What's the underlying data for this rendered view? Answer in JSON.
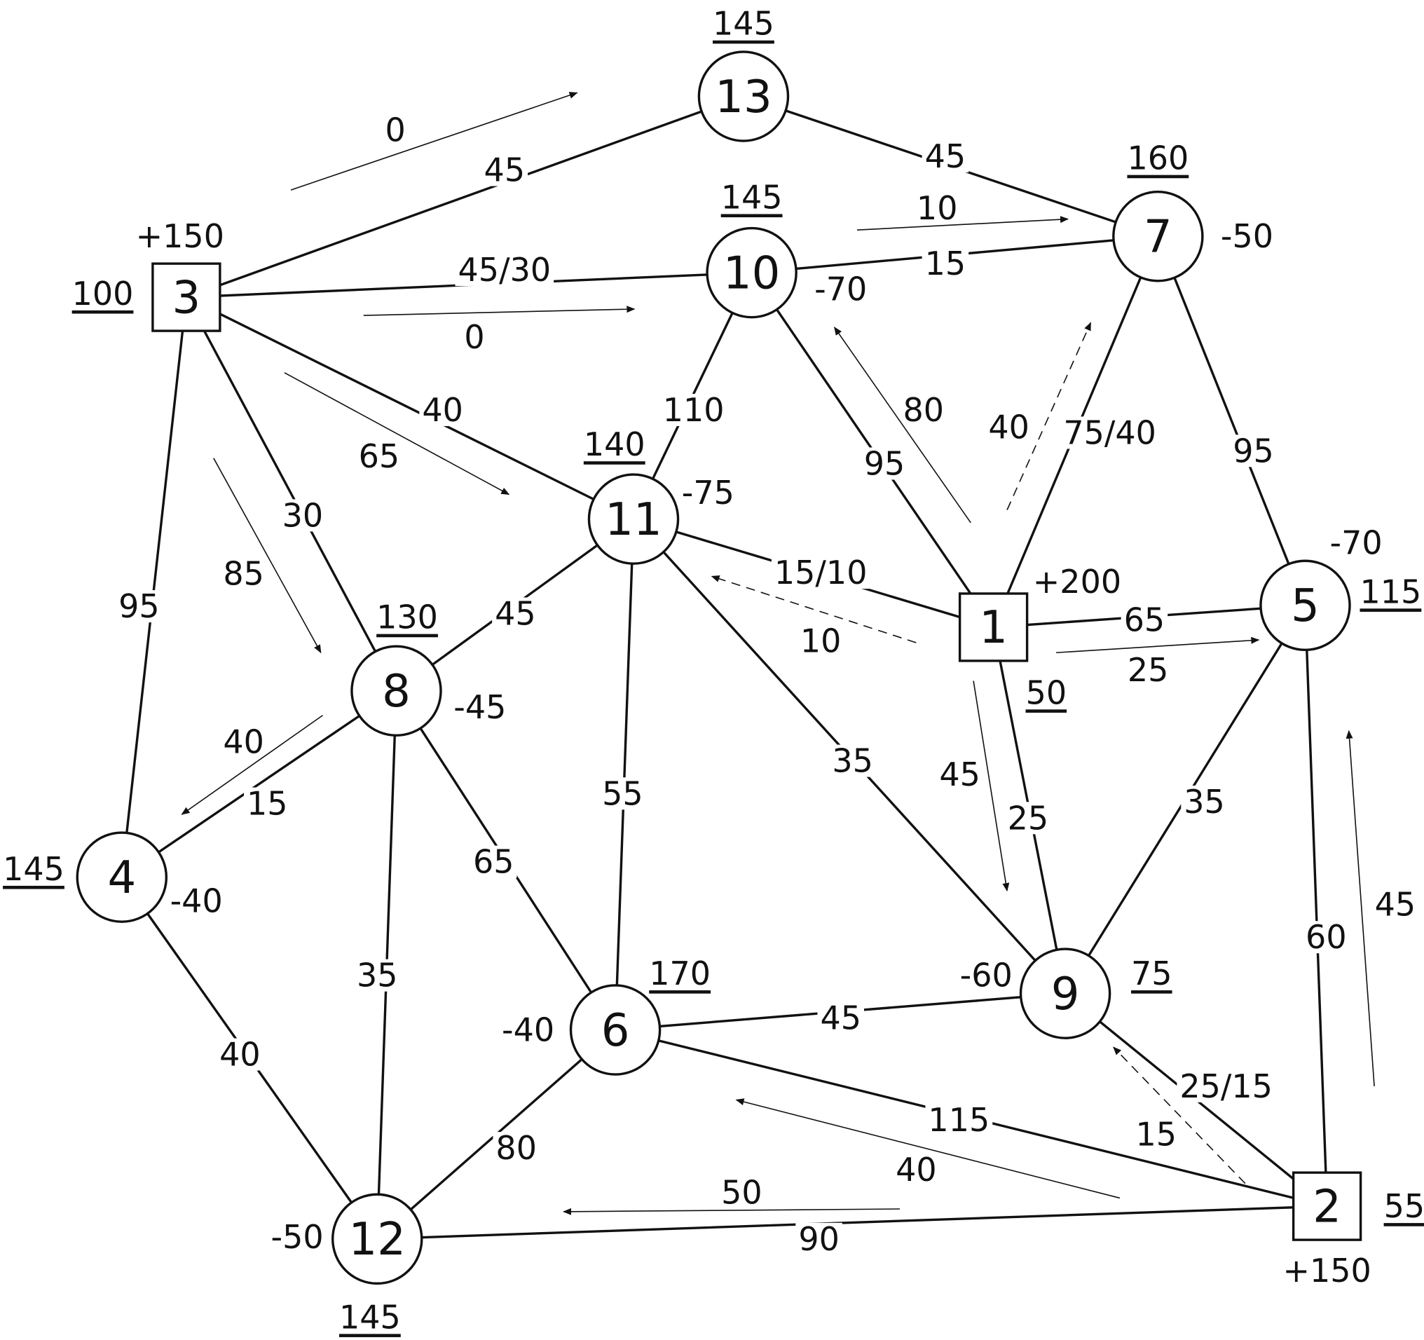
{
  "nodes": [
    {
      "id": "1",
      "label": "1",
      "shape": "square",
      "supply": "+200",
      "value": "50"
    },
    {
      "id": "2",
      "label": "2",
      "shape": "square",
      "supply": "+150",
      "value": "55"
    },
    {
      "id": "3",
      "label": "3",
      "shape": "square",
      "supply": "+150",
      "value": "100"
    },
    {
      "id": "4",
      "label": "4",
      "shape": "circle",
      "supply": "-40",
      "value": "145"
    },
    {
      "id": "5",
      "label": "5",
      "shape": "circle",
      "supply": "-70",
      "value": "115"
    },
    {
      "id": "6",
      "label": "6",
      "shape": "circle",
      "supply": "-40",
      "value": "170"
    },
    {
      "id": "7",
      "label": "7",
      "shape": "circle",
      "supply": "-50",
      "value": "160"
    },
    {
      "id": "8",
      "label": "8",
      "shape": "circle",
      "supply": "-45",
      "value": "130"
    },
    {
      "id": "9",
      "label": "9",
      "shape": "circle",
      "supply": "-60",
      "value": "75"
    },
    {
      "id": "10",
      "label": "10",
      "shape": "circle",
      "supply": "-70",
      "value": "145"
    },
    {
      "id": "11",
      "label": "11",
      "shape": "circle",
      "supply": "-75",
      "value": "140"
    },
    {
      "id": "12",
      "label": "12",
      "shape": "circle",
      "supply": "-50",
      "value": "145"
    },
    {
      "id": "13",
      "label": "13",
      "shape": "circle",
      "supply": "",
      "value": "145"
    }
  ],
  "edges": [
    {
      "from": "3",
      "to": "13",
      "cost": "45"
    },
    {
      "from": "13",
      "to": "7",
      "cost": "45"
    },
    {
      "from": "3",
      "to": "10",
      "cost": "45/30"
    },
    {
      "from": "10",
      "to": "7",
      "cost": "15"
    },
    {
      "from": "3",
      "to": "11",
      "cost": "40"
    },
    {
      "from": "3",
      "to": "8",
      "cost": "30"
    },
    {
      "from": "3",
      "to": "4",
      "cost": "95"
    },
    {
      "from": "10",
      "to": "11",
      "cost": "110"
    },
    {
      "from": "10",
      "to": "1",
      "cost": "95"
    },
    {
      "from": "7",
      "to": "1",
      "cost": "75/40"
    },
    {
      "from": "7",
      "to": "5",
      "cost": "95"
    },
    {
      "from": "11",
      "to": "1",
      "cost": "15/10"
    },
    {
      "from": "11",
      "to": "8",
      "cost": "45"
    },
    {
      "from": "11",
      "to": "6",
      "cost": "55"
    },
    {
      "from": "11",
      "to": "9",
      "cost": "35"
    },
    {
      "from": "1",
      "to": "5",
      "cost": "65"
    },
    {
      "from": "1",
      "to": "9",
      "cost": "25"
    },
    {
      "from": "8",
      "to": "4",
      "cost": "15"
    },
    {
      "from": "8",
      "to": "6",
      "cost": "65"
    },
    {
      "from": "8",
      "to": "12",
      "cost": "35"
    },
    {
      "from": "4",
      "to": "12",
      "cost": "40"
    },
    {
      "from": "5",
      "to": "9",
      "cost": "35"
    },
    {
      "from": "5",
      "to": "2",
      "cost": "60"
    },
    {
      "from": "6",
      "to": "9",
      "cost": "45"
    },
    {
      "from": "6",
      "to": "2",
      "cost": "115"
    },
    {
      "from": "6",
      "to": "12",
      "cost": "80"
    },
    {
      "from": "9",
      "to": "2",
      "cost": "25/15"
    },
    {
      "from": "12",
      "to": "2",
      "cost": "90"
    }
  ],
  "flows": [
    {
      "from": "3",
      "to": "13",
      "amount": "0",
      "style": "solid"
    },
    {
      "from": "3",
      "to": "10",
      "amount": "0",
      "style": "solid"
    },
    {
      "from": "10",
      "to": "7",
      "amount": "10",
      "style": "solid"
    },
    {
      "from": "3",
      "to": "11",
      "amount": "65",
      "style": "solid"
    },
    {
      "from": "3",
      "to": "8",
      "amount": "85",
      "style": "solid"
    },
    {
      "from": "8",
      "to": "4",
      "amount": "40",
      "style": "solid"
    },
    {
      "from": "1",
      "to": "10",
      "amount": "80",
      "style": "solid"
    },
    {
      "from": "1",
      "to": "7",
      "amount": "40",
      "style": "dashed"
    },
    {
      "from": "1",
      "to": "11",
      "amount": "10",
      "style": "dashed"
    },
    {
      "from": "1",
      "to": "5",
      "amount": "25",
      "style": "solid"
    },
    {
      "from": "1",
      "to": "9",
      "amount": "45",
      "style": "solid"
    },
    {
      "from": "2",
      "to": "5",
      "amount": "45",
      "style": "solid"
    },
    {
      "from": "2",
      "to": "9",
      "amount": "15",
      "style": "dashed"
    },
    {
      "from": "2",
      "to": "6",
      "amount": "40",
      "style": "solid"
    },
    {
      "from": "2",
      "to": "12",
      "amount": "50",
      "style": "solid"
    }
  ]
}
